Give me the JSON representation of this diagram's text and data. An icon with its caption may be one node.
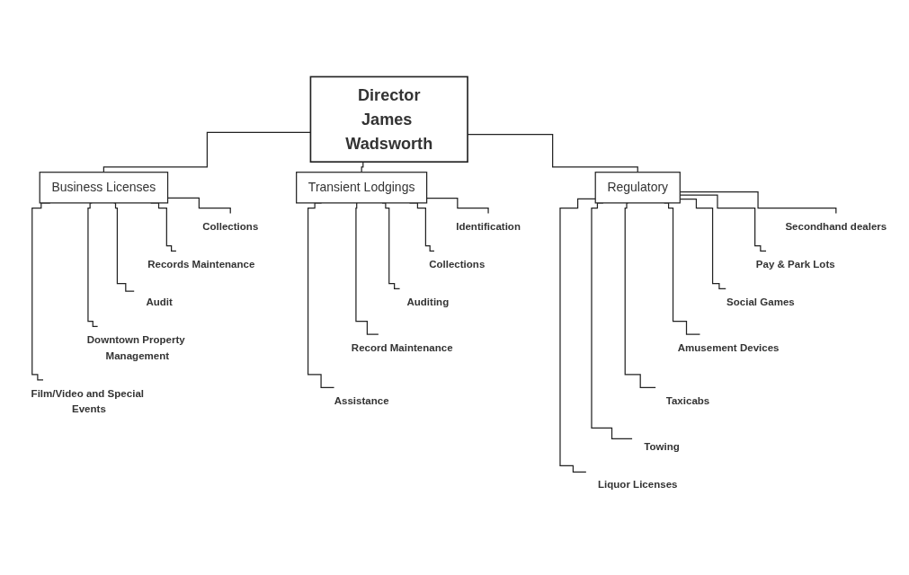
{
  "diagram": {
    "nodes": [
      {
        "text": [
          "Director",
          "James Wadsworth"
        ]
      },
      {
        "text": [
          "Business Licenses"
        ]
      },
      {
        "text": [
          "Transient Lodgings"
        ]
      },
      {
        "text": [
          "Regulatory"
        ]
      },
      {
        "text": [
          "Collections"
        ]
      },
      {
        "text": [
          "Records Maintenance"
        ]
      },
      {
        "text": [
          "Audit"
        ]
      },
      {
        "text": [
          "Downtown Property Management"
        ]
      },
      {
        "text": [
          "Film/Video and Special Events"
        ]
      },
      {
        "text": [
          "Identification"
        ]
      },
      {
        "text": [
          "Collections"
        ]
      },
      {
        "text": [
          "Auditing"
        ]
      },
      {
        "text": [
          "Record Maintenance"
        ]
      },
      {
        "text": [
          "Assistance"
        ]
      },
      {
        "text": [
          "Secondhand dealers"
        ]
      },
      {
        "text": [
          "Pay & Park Lots"
        ]
      },
      {
        "text": [
          "Social Games"
        ]
      },
      {
        "text": [
          "Amusement Devices"
        ]
      },
      {
        "text": [
          "Taxicabs"
        ]
      },
      {
        "text": [
          "Towing"
        ]
      },
      {
        "text": [
          "Liquor Licenses"
        ]
      }
    ],
    "edges": [
      {
        "from": 0,
        "to": 1,
        "arrow": "none"
      },
      {
        "from": 0,
        "to": 2,
        "arrow": "none"
      },
      {
        "from": 0,
        "to": 3,
        "arrow": "none"
      },
      {
        "from": 1,
        "to": 4,
        "arrow": "none"
      },
      {
        "from": 1,
        "to": 5,
        "arrow": "none"
      },
      {
        "from": 1,
        "to": 6,
        "arrow": "none"
      },
      {
        "from": 1,
        "to": 7,
        "arrow": "none"
      },
      {
        "from": 1,
        "to": 8,
        "arrow": "none"
      },
      {
        "from": 2,
        "to": 9,
        "arrow": "none"
      },
      {
        "from": 2,
        "to": 10,
        "arrow": "none"
      },
      {
        "from": 2,
        "to": 11,
        "arrow": "none"
      },
      {
        "from": 2,
        "to": 12,
        "arrow": "none"
      },
      {
        "from": 2,
        "to": 13,
        "arrow": "none"
      },
      {
        "from": 3,
        "to": 14,
        "arrow": "none"
      },
      {
        "from": 3,
        "to": 15,
        "arrow": "none"
      },
      {
        "from": 3,
        "to": 16,
        "arrow": "none"
      },
      {
        "from": 3,
        "to": 17,
        "arrow": "none"
      },
      {
        "from": 3,
        "to": 18,
        "arrow": "none"
      },
      {
        "from": 3,
        "to": 19,
        "arrow": "none"
      },
      {
        "from": 3,
        "to": 20,
        "arrow": "none"
      }
    ]
  }
}
